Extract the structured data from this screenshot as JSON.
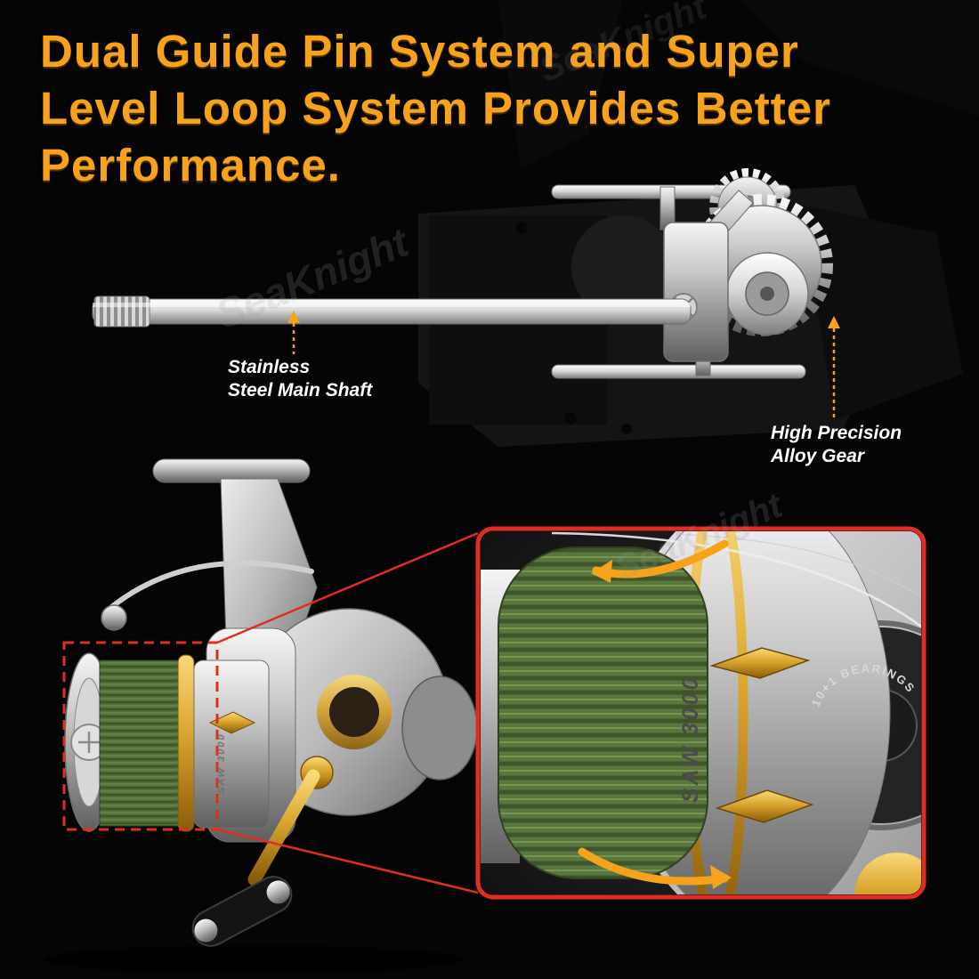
{
  "page": {
    "background": "#050505"
  },
  "headline": {
    "line1": "Dual Guide Pin System and Super",
    "line2": "Level Loop System Provides Better",
    "line3": "Performance.",
    "color": "#F7A21B"
  },
  "watermark": {
    "text": "SeaKnight"
  },
  "callouts": {
    "shaft": {
      "line1": "Stainless",
      "line2": "Steel Main Shaft"
    },
    "gear": {
      "line1": "High Precision",
      "line2": "Alloy Gear"
    }
  },
  "inset": {
    "spool_model": "SAW 3000",
    "bearings": "10+1 BEARINGS"
  },
  "colors": {
    "headline_orange": "#F7A21B",
    "callout_orange": "#F7A21B",
    "highlight_red": "#DE2E24",
    "braid_green": "#55713A",
    "gold": "#D9A52E"
  }
}
